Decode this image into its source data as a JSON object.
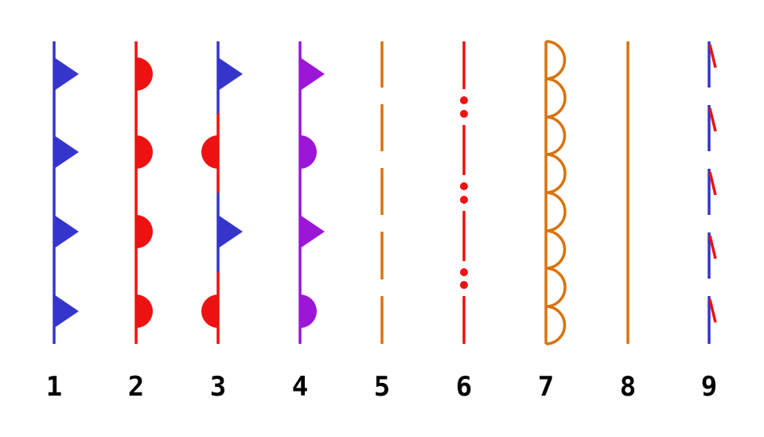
{
  "colors": {
    "blue": "#3535cc",
    "red": "#ee1111",
    "purple": "#9b16d6",
    "orange": "#d9730d",
    "label": "#000000"
  },
  "symbols": [
    {
      "label": "1",
      "icon": "cold-front-symbol"
    },
    {
      "label": "2",
      "icon": "warm-front-symbol"
    },
    {
      "label": "3",
      "icon": "stationary-front-symbol"
    },
    {
      "label": "4",
      "icon": "occluded-front-symbol"
    },
    {
      "label": "5",
      "icon": "trough-symbol"
    },
    {
      "label": "6",
      "icon": "squall-line-symbol"
    },
    {
      "label": "7",
      "icon": "dry-line-symbol"
    },
    {
      "label": "8",
      "icon": "tropical-wave-symbol"
    },
    {
      "label": "9",
      "icon": "outflow-boundary-symbol"
    }
  ]
}
